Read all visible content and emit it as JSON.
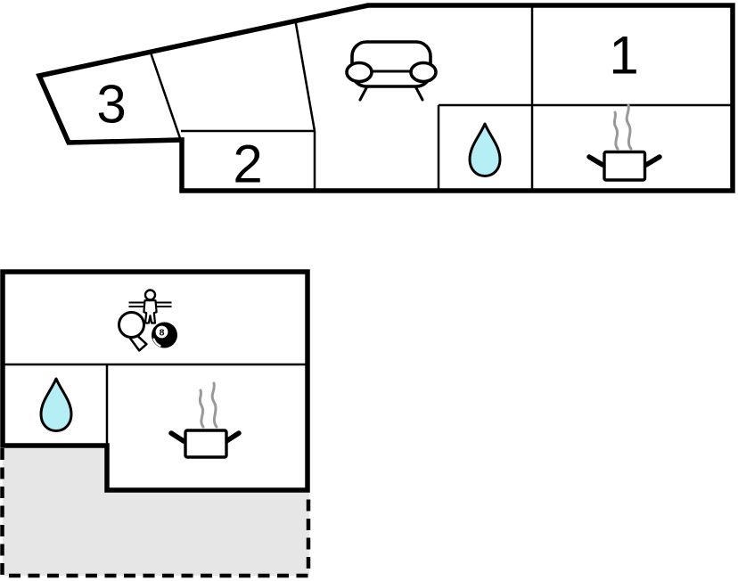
{
  "page": {
    "background": "#ffffff"
  },
  "colors": {
    "wall": "#000000",
    "room_fill": "#ffffff",
    "water_drop_fill": "#b5eef4",
    "terrace_fill": "#e6e6e6",
    "steam": "#999999",
    "label": "#000000"
  },
  "upper_floor": {
    "title": "upper-floor-plan",
    "room_labels": {
      "bedroom_1": "1",
      "bedroom_2": "2",
      "bedroom_3": "3"
    },
    "icons": [
      "sofa-icon",
      "water-drop-icon",
      "cooking-pot-icon"
    ]
  },
  "lower_floor": {
    "title": "lower-floor-plan",
    "billiard_ball_number": "8",
    "icons": [
      "foosball-player-icon",
      "table-tennis-paddle-icon",
      "billiard-ball-icon",
      "water-drop-icon",
      "cooking-pot-icon"
    ],
    "areas": [
      "game-room",
      "bathroom",
      "kitchen",
      "terrace"
    ]
  }
}
